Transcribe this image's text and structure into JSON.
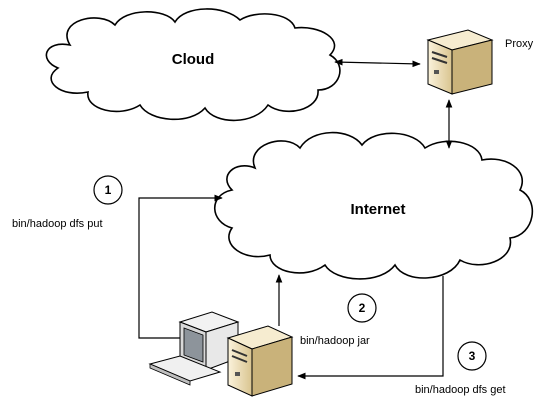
{
  "nodes": {
    "cloud": {
      "label": "Cloud"
    },
    "internet": {
      "label": "Internet"
    },
    "proxy": {
      "label": "Proxy",
      "icon": "server-tower-icon"
    },
    "client": {
      "icons": [
        "desktop-computer-icon",
        "keyboard-icon",
        "server-tower-icon"
      ]
    }
  },
  "steps": [
    {
      "number": "1",
      "command": "bin/hadoop dfs put"
    },
    {
      "number": "2",
      "command": "bin/hadoop jar"
    },
    {
      "number": "3",
      "command": "bin/hadoop dfs get"
    }
  ],
  "colors": {
    "stroke": "#000000",
    "cloud_fill": "#ffffff",
    "server_light": "#f3e6c4",
    "server_mid": "#d6c290",
    "server_dark": "#8c7a4f",
    "screen": "#9aa0a6",
    "monitor_body": "#e6e6e6"
  }
}
